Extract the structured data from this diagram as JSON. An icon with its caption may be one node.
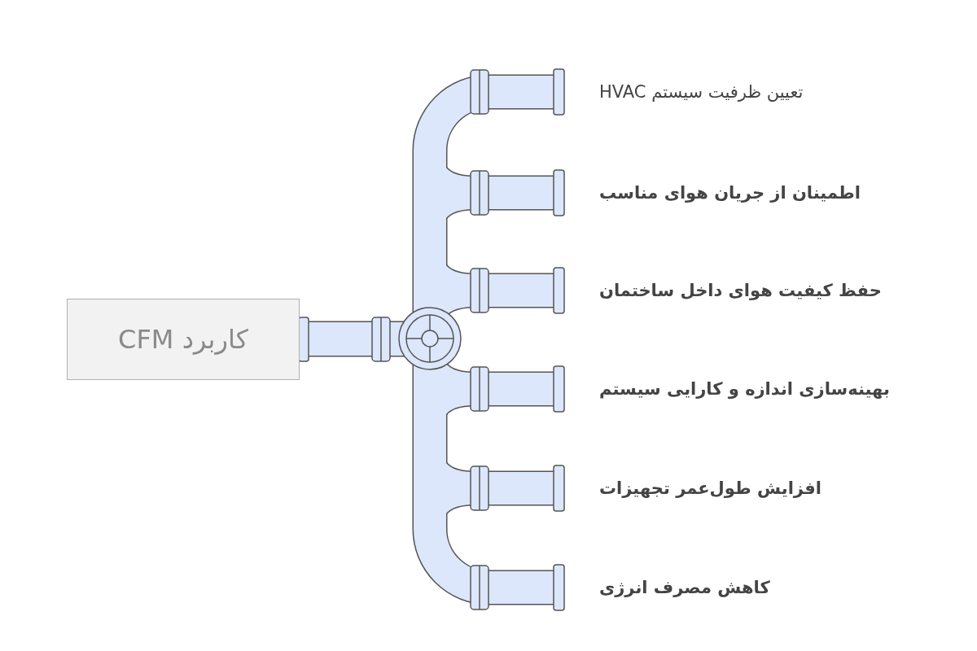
{
  "diagram": {
    "nodes": [
      {
        "text": [
          "کاربرد CFM"
        ]
      }
    ],
    "labels": [
      "تعیین ظرفیت سیستم HVAC",
      "اطمینان از جریان هوای مناسب",
      "حفظ کیفیت هوای داخل ساختمان",
      "بهینه‌سازی اندازه و کارایی سیستم",
      "افزایش طول‌عمر تجهیزات",
      "کاهش مصرف انرژی"
    ]
  }
}
